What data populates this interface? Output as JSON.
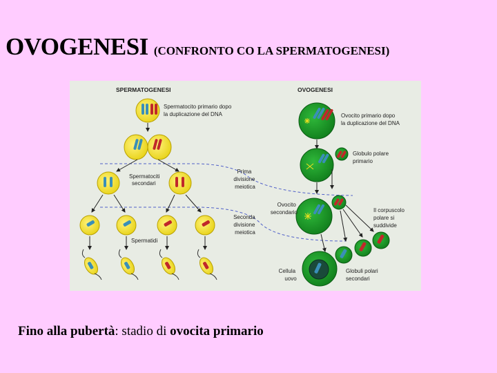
{
  "slide": {
    "title": "OVOGENESI",
    "subtitle": "(CONFRONTO CO LA SPERMATOGENESI)",
    "caption": {
      "part1": "Fino alla pubertà",
      "part2": ": stadio di ",
      "part3": "ovocita primario"
    }
  },
  "figure": {
    "sperm_header": "SPERMATOGENESI",
    "ovo_header": "OVOGENESI",
    "labels": {
      "sperm_primary_l1": "Spermatocito primario dopo",
      "sperm_primary_l2": "la duplicazione del DNA",
      "sperm_secondary_l1": "Spermatociti",
      "sperm_secondary_l2": "secondari",
      "spermatids": "Spermatidi",
      "first_div_l1": "Prima",
      "first_div_l2": "divisione",
      "first_div_l3": "meiotica",
      "second_div_l1": "Seconda",
      "second_div_l2": "divisione",
      "second_div_l3": "meiotica",
      "ovo_primary_l1": "Ovocito primario dopo",
      "ovo_primary_l2": "la duplicazione del DNA",
      "polar_primary_l1": "Globulo polare",
      "polar_primary_l2": "primario",
      "ovo_secondary_l1": "Ovocito",
      "ovo_secondary_l2": "secondario",
      "corpuscle_l1": "Il corpuscolo",
      "corpuscle_l2": "polare si",
      "corpuscle_l3": "suddivide",
      "egg_l1": "Cellula",
      "egg_l2": "uovo",
      "polar_secondary_l1": "Globuli polari",
      "polar_secondary_l2": "secondari"
    },
    "colors": {
      "background": "#e8ece4",
      "sperm_cell": "#f0e020",
      "ovo_cell": "#1f9a2a",
      "chromosome_blue": "#3a8fb8",
      "chromosome_red": "#c0282a",
      "dashed": "#5060c8"
    }
  }
}
